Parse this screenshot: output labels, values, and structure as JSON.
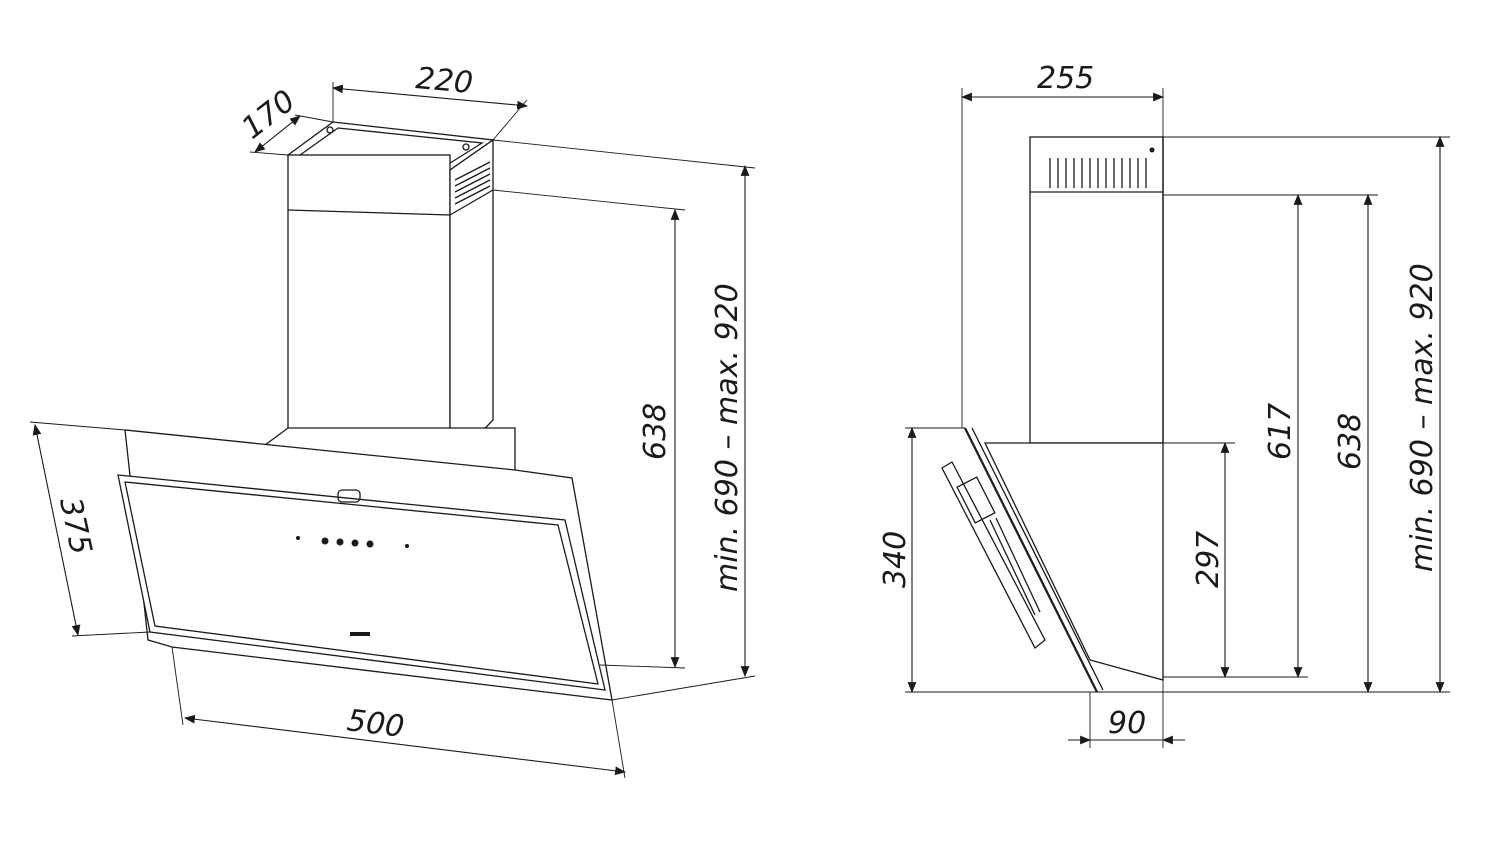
{
  "perspective_view": {
    "chimney_width": "220",
    "chimney_depth": "170",
    "chimney_height": "638",
    "total_height_range": "min. 690 – max. 920",
    "panel_height": "375",
    "panel_width": "500"
  },
  "side_view": {
    "depth": "255",
    "chimney_height": "617",
    "upper_height": "638",
    "total_height_range": "min. 690 – max. 920",
    "panel_height": "340",
    "body_height": "297",
    "bottom_offset": "90"
  }
}
